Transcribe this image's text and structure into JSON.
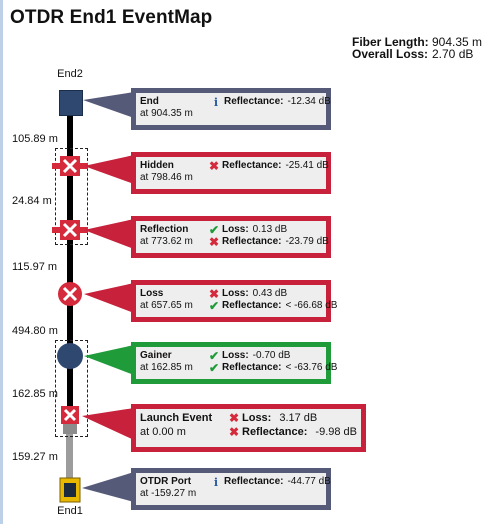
{
  "title": "OTDR End1 EventMap",
  "summary": {
    "fiber_length_label": "Fiber Length:",
    "fiber_length_value": "904.35 m",
    "overall_loss_label": "Overall Loss:",
    "overall_loss_value": "2.70 dB"
  },
  "ends": {
    "top": "End2",
    "bottom": "End1"
  },
  "segments": [
    "105.89 m",
    "24.84 m",
    "115.97 m",
    "494.80 m",
    "162.85 m",
    "159.27 m"
  ],
  "events": [
    {
      "name": "End",
      "at": "at 904.35 m",
      "status": "info",
      "measures": [
        {
          "icon": "info",
          "label": "Reflectance:",
          "value": "-12.34 dB"
        }
      ]
    },
    {
      "name": "Hidden",
      "at": "at 798.46 m",
      "status": "fail",
      "measures": [
        {
          "icon": "fail",
          "label": "Reflectance:",
          "value": "-25.41 dB"
        }
      ]
    },
    {
      "name": "Reflection",
      "at": "at 773.62 m",
      "status": "fail",
      "measures": [
        {
          "icon": "pass",
          "label": "Loss:",
          "value": "0.13 dB"
        },
        {
          "icon": "fail",
          "label": "Reflectance:",
          "value": "-23.79 dB"
        }
      ]
    },
    {
      "name": "Loss",
      "at": "at 657.65 m",
      "status": "fail",
      "measures": [
        {
          "icon": "fail",
          "label": "Loss:",
          "value": "0.43 dB"
        },
        {
          "icon": "pass",
          "label": "Reflectance:",
          "value": "< -66.68 dB"
        }
      ]
    },
    {
      "name": "Gainer",
      "at": "at 162.85 m",
      "status": "pass",
      "measures": [
        {
          "icon": "pass",
          "label": "Loss:",
          "value": "-0.70 dB"
        },
        {
          "icon": "pass",
          "label": "Reflectance:",
          "value": "< -63.76 dB"
        }
      ]
    },
    {
      "name": "Launch Event",
      "at": "at 0.00 m",
      "status": "fail",
      "measures": [
        {
          "icon": "fail",
          "label": "Loss:",
          "value": "3.17 dB"
        },
        {
          "icon": "fail",
          "label": "Reflectance:",
          "value": "-9.98 dB"
        }
      ]
    },
    {
      "name": "OTDR Port",
      "at": "at -159.27 m",
      "status": "info",
      "measures": [
        {
          "icon": "info",
          "label": "Reflectance:",
          "value": "-44.77 dB"
        }
      ]
    }
  ],
  "colors": {
    "fail": "#c8213b",
    "pass": "#1f9b3a",
    "info": "#555a78",
    "marker_blue": "#2e4870"
  }
}
